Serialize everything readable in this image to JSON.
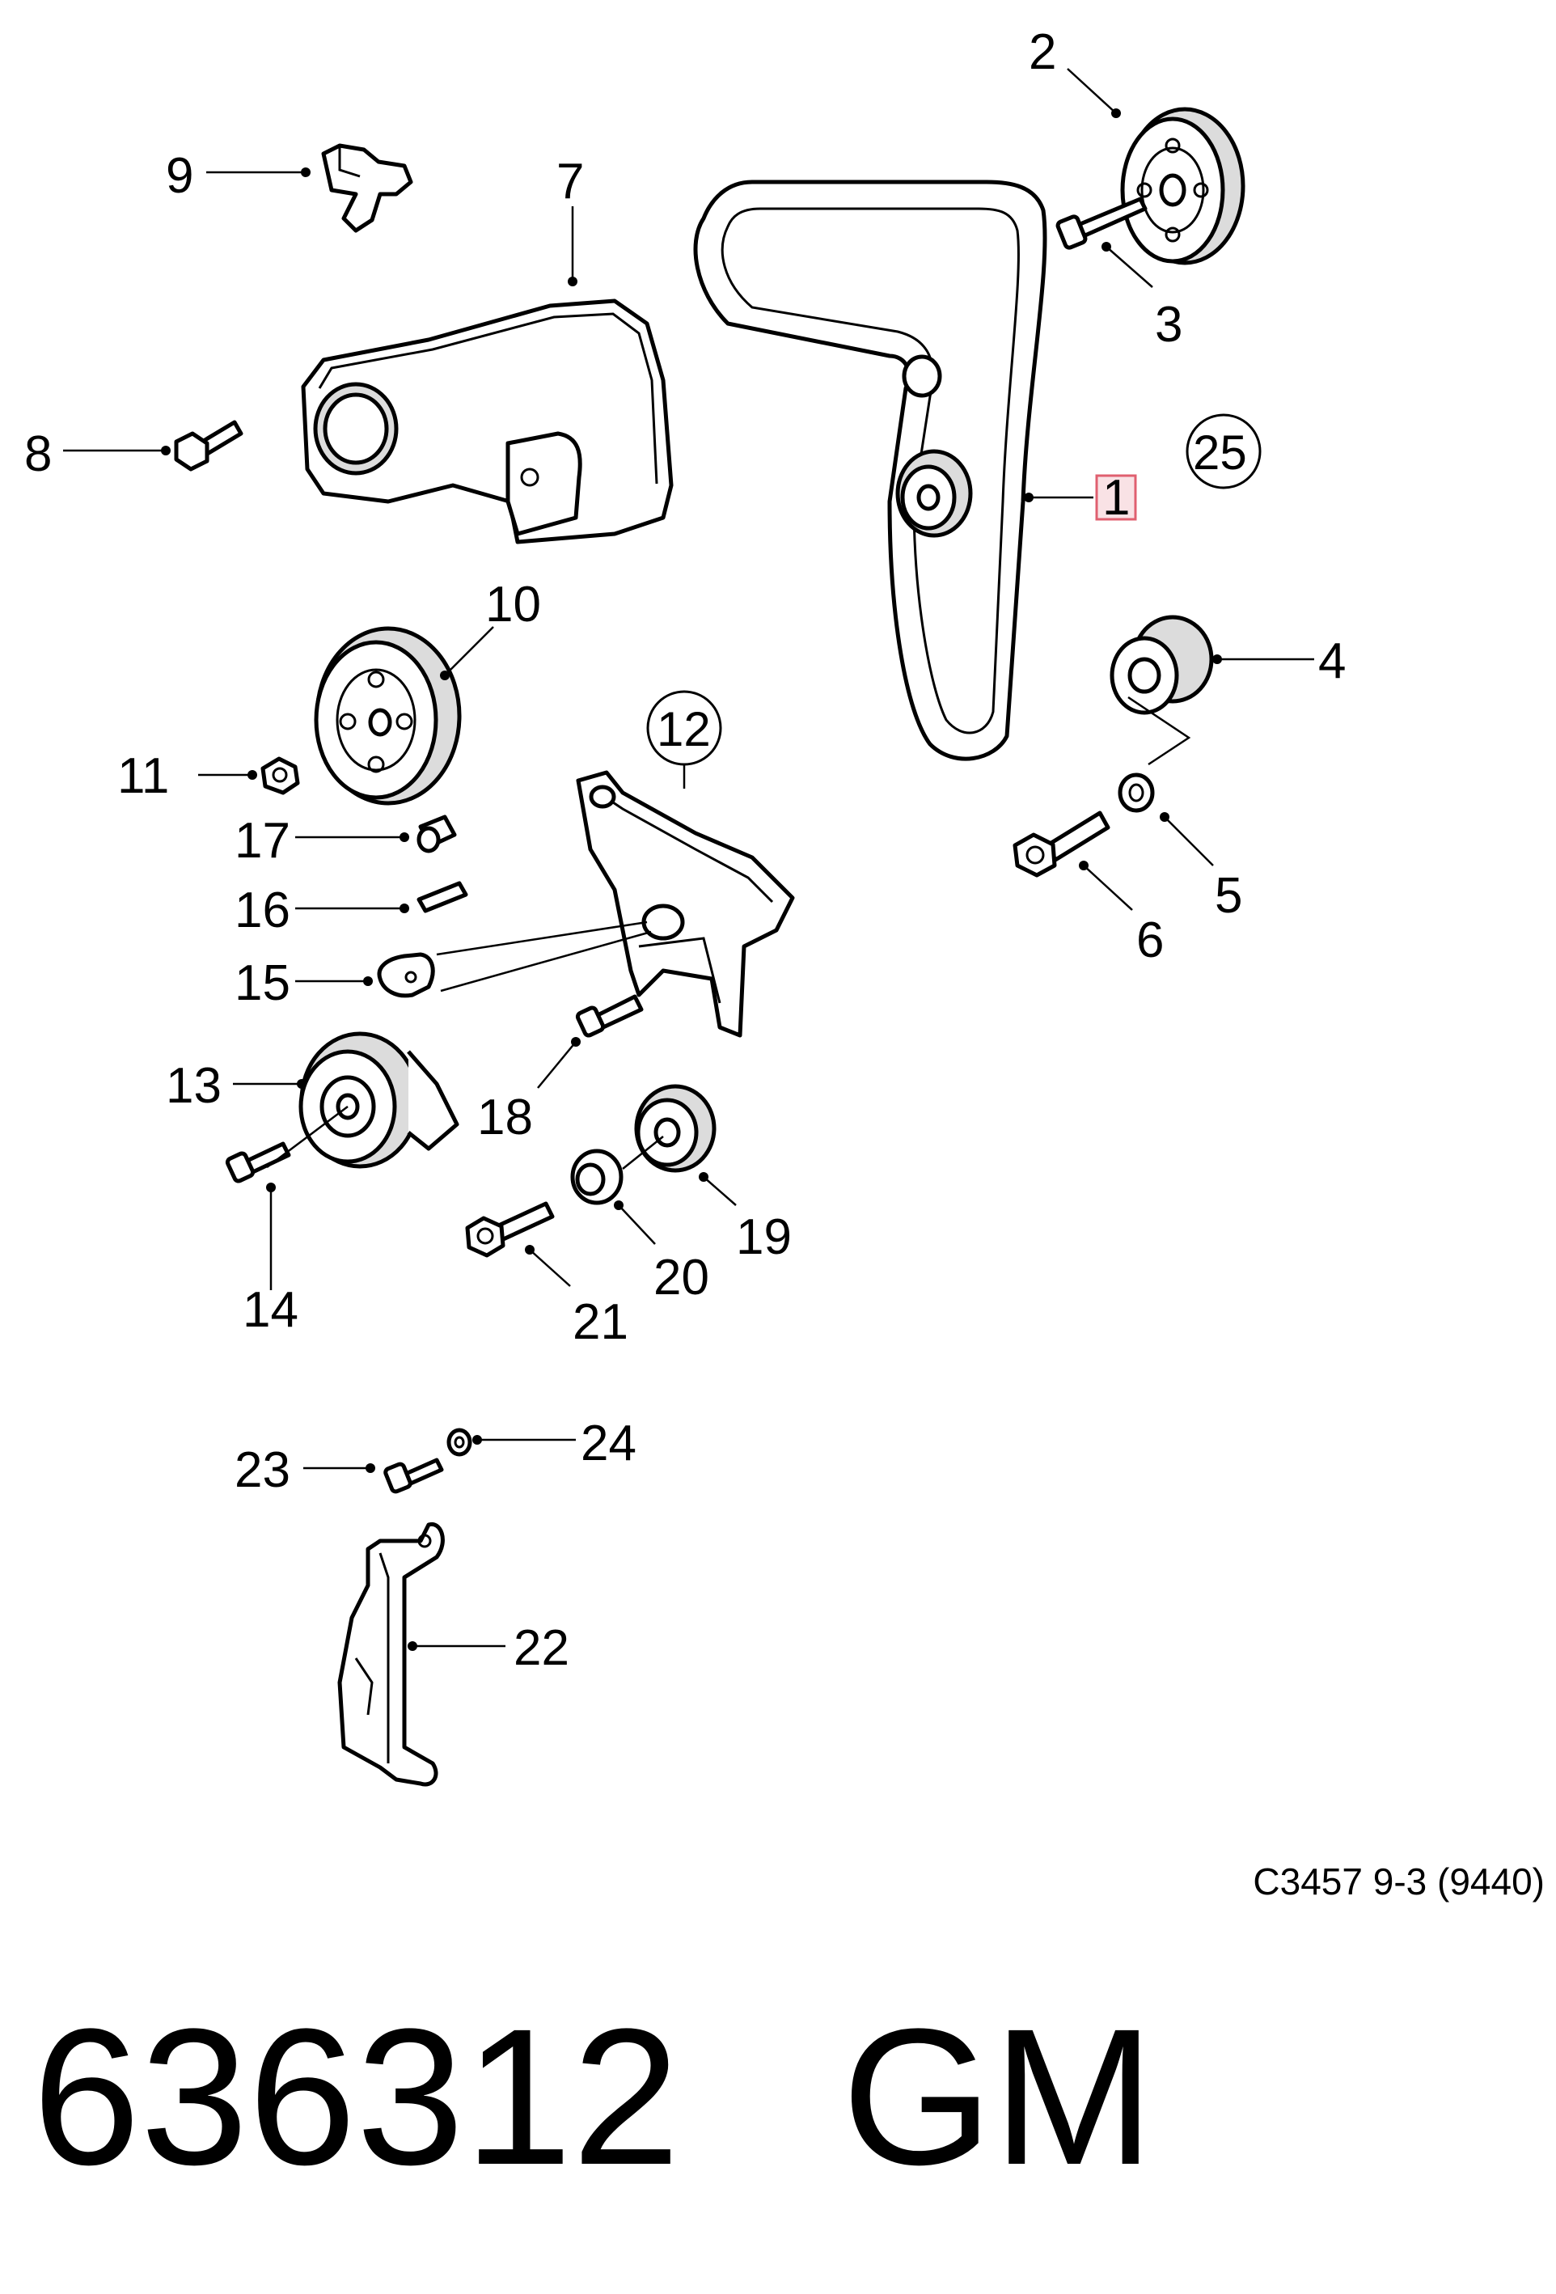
{
  "callouts": {
    "c1": "1",
    "c2": "2",
    "c3": "3",
    "c4": "4",
    "c5": "5",
    "c6": "6",
    "c7": "7",
    "c8": "8",
    "c9": "9",
    "c10": "10",
    "c11": "11",
    "c12": "12",
    "c13": "13",
    "c14": "14",
    "c15": "15",
    "c16": "16",
    "c17": "17",
    "c18": "18",
    "c19": "19",
    "c20": "20",
    "c21": "21",
    "c22": "22",
    "c23": "23",
    "c24": "24",
    "c25": "25"
  },
  "drawing_code": "C3457 9-3 (9440)",
  "part_code": "636312   GM",
  "highlight_color": "#e06070"
}
